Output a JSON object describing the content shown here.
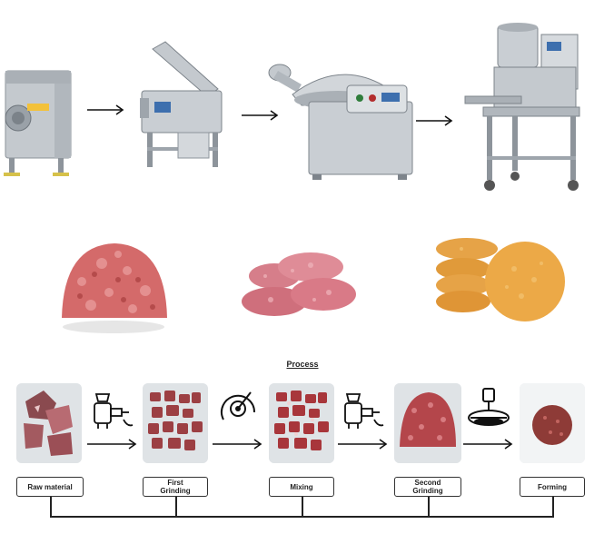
{
  "process": {
    "title": "Process",
    "steps": [
      {
        "label_line1": "Raw material",
        "label_line2": ""
      },
      {
        "label_line1": "First",
        "label_line2": "Grinding"
      },
      {
        "label_line1": "Mixing",
        "label_line2": ""
      },
      {
        "label_line1": "Second",
        "label_line2": "Grinding"
      },
      {
        "label_line1": "Forming",
        "label_line2": ""
      }
    ]
  },
  "icons": [
    "grinder-icon",
    "mixer-bowl-icon",
    "grinder-icon",
    "press-icon"
  ],
  "colors": {
    "meat": "#c85a5a",
    "patty": "#e8a23c",
    "steel": "#b9bec4"
  }
}
